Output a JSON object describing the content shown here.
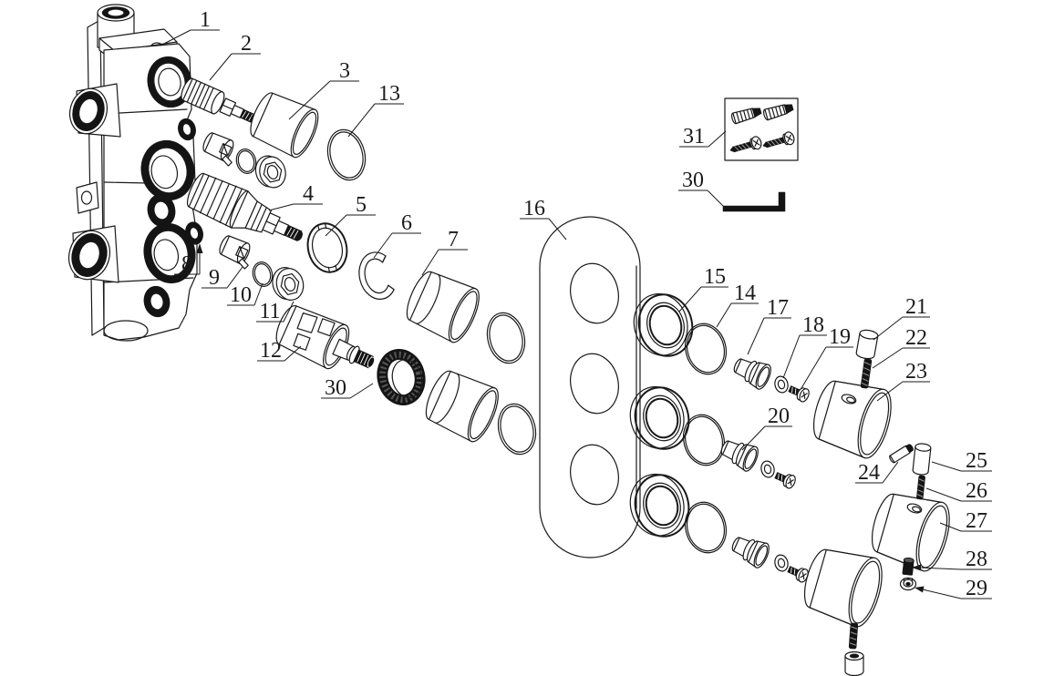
{
  "diagram": {
    "kind": "exploded-parts-diagram",
    "background": "#ffffff",
    "line_color": "#1a1a1a",
    "black_fill": "#141414"
  },
  "labels": [
    {
      "num": "1",
      "name": "valve-body"
    },
    {
      "num": "2",
      "name": "shutoff-cartridge"
    },
    {
      "num": "3",
      "name": "cartridge-cap"
    },
    {
      "num": "13",
      "name": "large-o-ring"
    },
    {
      "num": "4",
      "name": "thermostatic-cartridge"
    },
    {
      "num": "5",
      "name": "lock-ring"
    },
    {
      "num": "6",
      "name": "retaining-clip"
    },
    {
      "num": "7",
      "name": "cover-sleeve"
    },
    {
      "num": "8",
      "name": "small-black-o-ring"
    },
    {
      "num": "9",
      "name": "check-valve"
    },
    {
      "num": "10",
      "name": "small-o-ring"
    },
    {
      "num": "11",
      "name": "hex-plug"
    },
    {
      "num": "12",
      "name": "diverter-cartridge"
    },
    {
      "num": "30",
      "name": "knurled-lock-ring"
    },
    {
      "num": "16",
      "name": "face-plate"
    },
    {
      "num": "15",
      "name": "trim-ring"
    },
    {
      "num": "14",
      "name": "gasket-ring"
    },
    {
      "num": "17",
      "name": "stem-adapter-top"
    },
    {
      "num": "18",
      "name": "washer"
    },
    {
      "num": "19",
      "name": "fixing-screw"
    },
    {
      "num": "20",
      "name": "stem-adapter-middle"
    },
    {
      "num": "21",
      "name": "handle-insert"
    },
    {
      "num": "22",
      "name": "threaded-stud"
    },
    {
      "num": "23",
      "name": "control-knob-top"
    },
    {
      "num": "24",
      "name": "grub-pin"
    },
    {
      "num": "25",
      "name": "handle-insert-middle"
    },
    {
      "num": "26",
      "name": "threaded-stud-middle"
    },
    {
      "num": "27",
      "name": "control-knob-middle"
    },
    {
      "num": "28",
      "name": "spacer-sleeve"
    },
    {
      "num": "29",
      "name": "cap-nut"
    },
    {
      "num": "31",
      "name": "fixing-kit"
    },
    {
      "num": "30",
      "name": "hex-key"
    }
  ]
}
